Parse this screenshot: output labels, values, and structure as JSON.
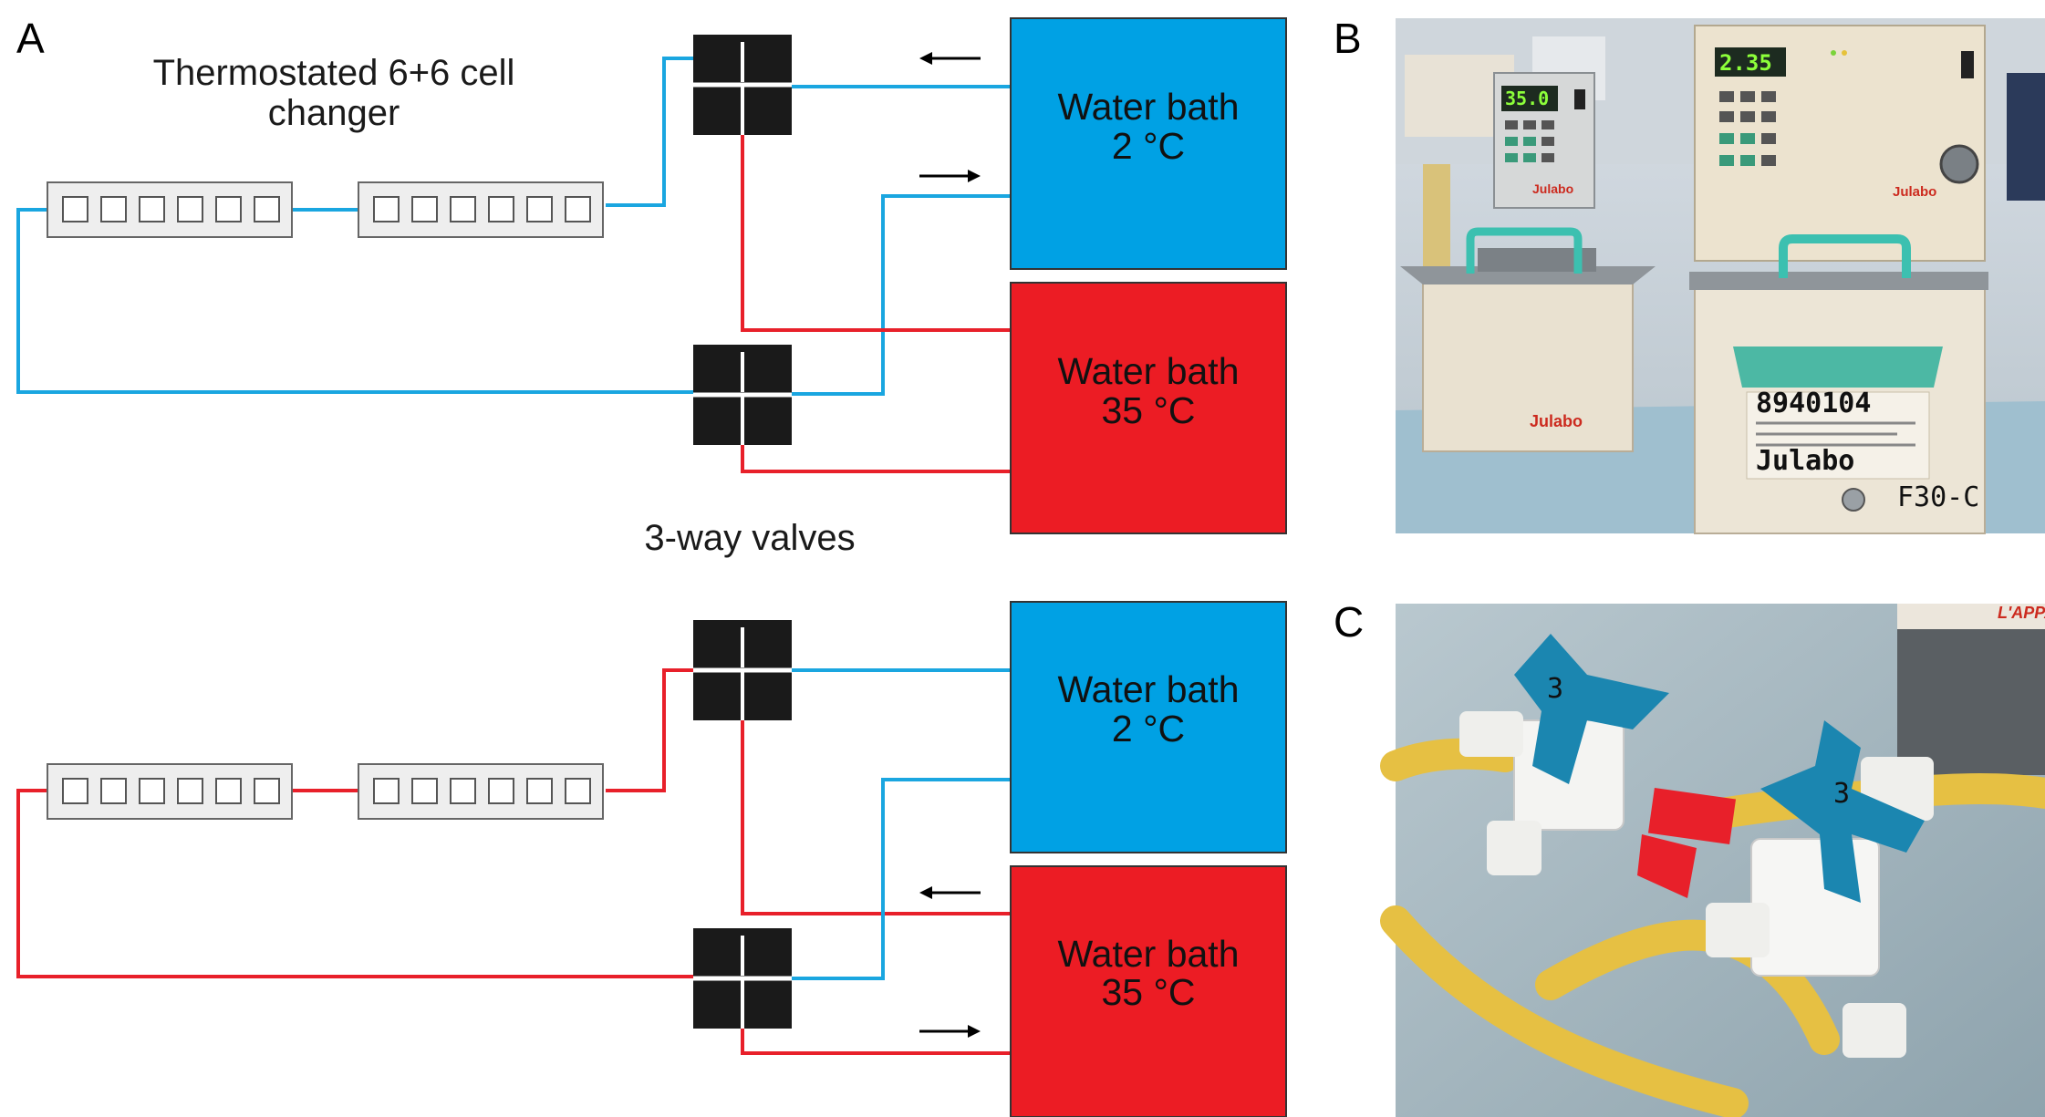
{
  "colors": {
    "cold_line": "#1aa6e0",
    "hot_line": "#e8202a",
    "cold_bath": "#00a1e4",
    "hot_bath": "#ec1c24",
    "valve": "#1a1a1a"
  },
  "panel_a": {
    "letter": "A",
    "cell_changer_label": {
      "line1": "Thermostated 6+6 cell",
      "line2": "changer"
    },
    "valves_label": "3-way valves",
    "bath_cold": {
      "line1": "Water bath",
      "line2": "2 °C"
    },
    "bath_hot": {
      "line1": "Water bath",
      "line2": "35 °C"
    },
    "lower_bath_cold": {
      "line1": "Water bath",
      "line2": "2 °C"
    },
    "lower_bath_hot": {
      "line1": "Water bath",
      "line2": "35 °C"
    }
  },
  "panel_b": {
    "letter": "B",
    "display_small": "35.0",
    "display_large": "2.35",
    "brand": "Julabo",
    "model_large": "F30-C",
    "label_number": "8940104"
  },
  "panel_c": {
    "letter": "C",
    "corner_text": "L'APPA",
    "valve_number": "3"
  }
}
